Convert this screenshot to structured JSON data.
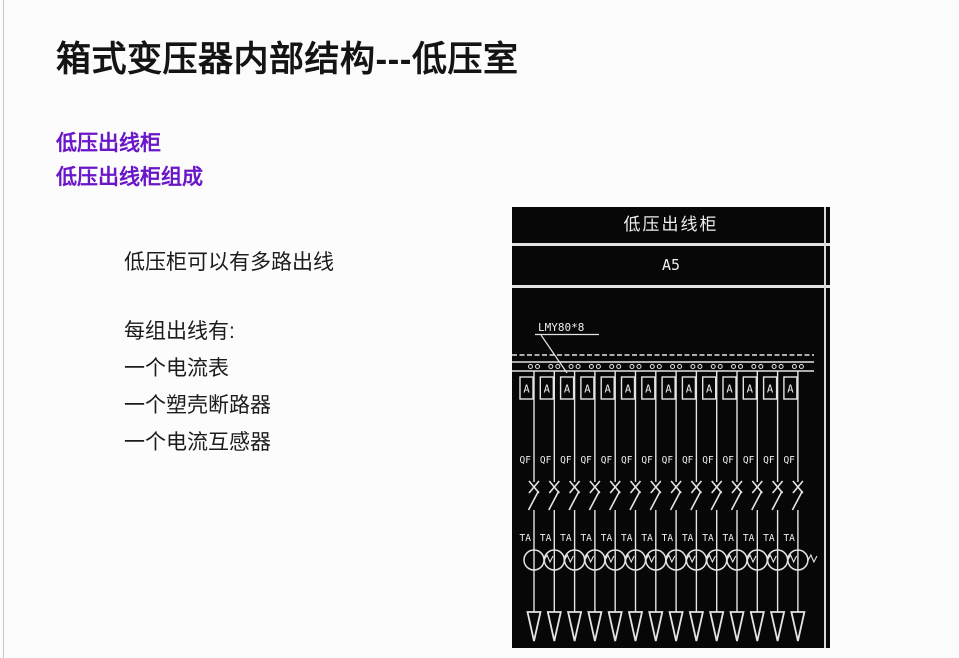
{
  "slide": {
    "title": "箱式变压器内部结构---低压室",
    "headings": [
      "低压出线柜",
      "低压出线柜组成"
    ],
    "paragraph": "低压柜可以有多路出线",
    "list_header": "每组出线有:",
    "list_items": [
      "一个电流表",
      "一个塑壳断路器",
      "一个电流互感器"
    ],
    "colors": {
      "heading": "#6a16c9",
      "title": "#141414"
    }
  },
  "diagram": {
    "title": "低压出线柜",
    "cabinet_id": "A5",
    "busbar_label": "LMY80*8",
    "branch_count": 14,
    "labels": {
      "ammeter": "A",
      "breaker": "QF",
      "current_transformer": "TA"
    },
    "colors": {
      "background": "#070707",
      "line": "#e4e4e4",
      "text": "#ededed"
    }
  }
}
